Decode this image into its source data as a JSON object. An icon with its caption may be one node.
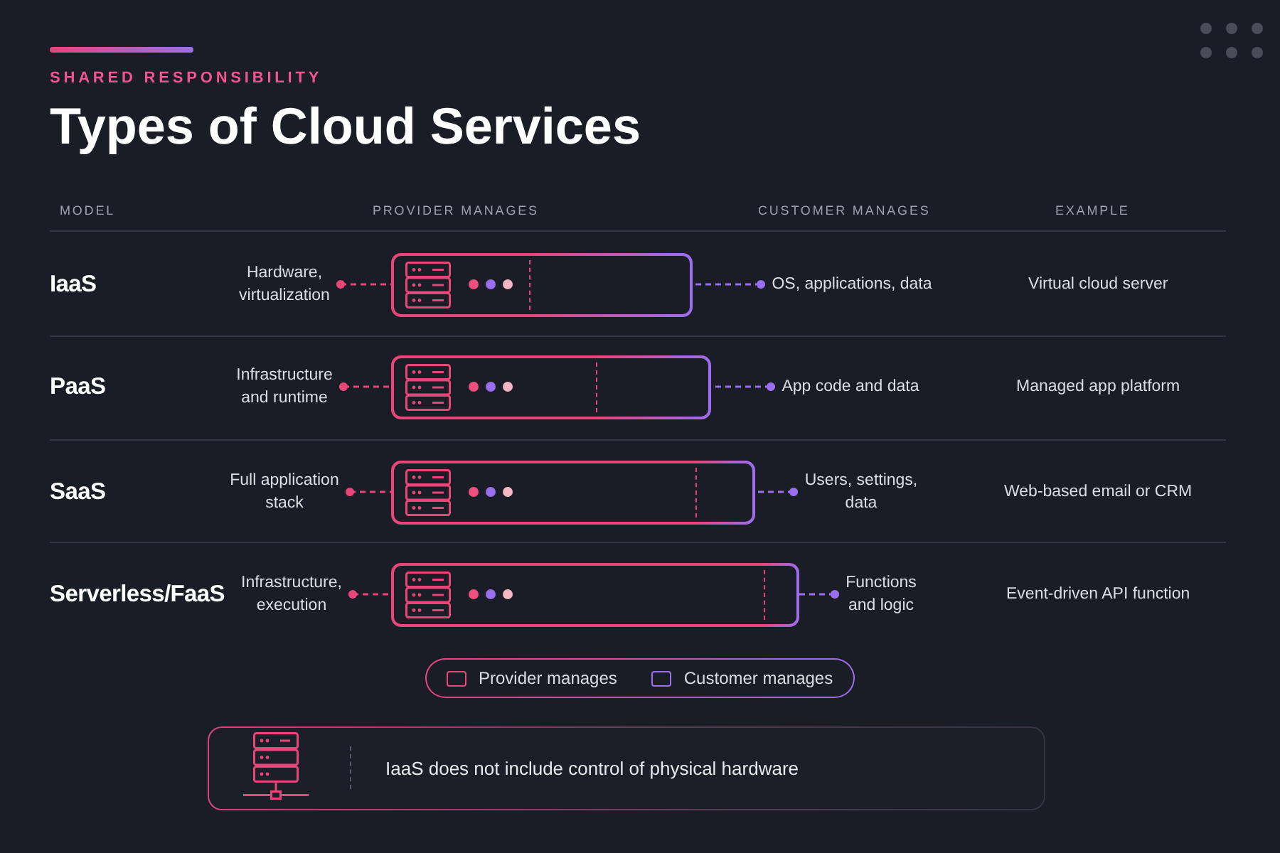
{
  "diagram": {
    "title": "Types of Cloud Services",
    "nodes": [
      {
        "text": [
          "Hardware, virtualization"
        ]
      },
      {
        "text": [],
        "shape": "bar"
      },
      {
        "text": [
          "OS, applications, data"
        ]
      },
      {
        "text": [
          "Infrastructure and runtime"
        ]
      },
      {
        "text": [],
        "shape": "bar"
      },
      {
        "text": [
          "App code and data"
        ]
      },
      {
        "text": [
          "Full application stack"
        ]
      },
      {
        "text": [],
        "shape": "bar"
      },
      {
        "text": [
          "Users, settings, data"
        ]
      },
      {
        "text": [
          "Infrastructure, execution"
        ]
      },
      {
        "text": [],
        "shape": "bar"
      },
      {
        "text": [
          "Functions and logic"
        ]
      },
      {
        "text": [
          "IaaS does not include control of physical hardware"
        ]
      }
    ],
    "edges": [
      {
        "from": 0,
        "to": 1,
        "arrow": "other",
        "style": "dashed",
        "color": "#e8457a"
      },
      {
        "from": 2,
        "to": 1,
        "arrow": "other",
        "style": "dashed",
        "color": "#9b6ef0"
      },
      {
        "from": 3,
        "to": 4,
        "arrow": "other",
        "style": "dashed",
        "color": "#e8457a"
      },
      {
        "from": 5,
        "to": 4,
        "arrow": "other",
        "style": "dashed",
        "color": "#9b6ef0"
      },
      {
        "from": 6,
        "to": 7,
        "arrow": "other",
        "style": "dashed",
        "color": "#e8457a"
      },
      {
        "from": 8,
        "to": 7,
        "arrow": "other",
        "style": "dashed",
        "color": "#9b6ef0"
      },
      {
        "from": 9,
        "to": 10,
        "arrow": "other",
        "style": "dashed",
        "color": "#e8457a"
      },
      {
        "from": 11,
        "to": 10,
        "arrow": "other",
        "style": "dashed",
        "color": "#9b6ef0"
      }
    ],
    "labels": [
      "SHARED RESPONSIBILITY",
      "MODEL",
      "PROVIDER MANAGES",
      "CUSTOMER MANAGES",
      "EXAMPLE",
      "IaaS",
      "Virtual cloud server",
      "PaaS",
      "Managed app platform",
      "SaaS",
      "Web-based email or CRM",
      "Serverless/FaaS",
      "Event-driven API function"
    ],
    "legend": [
      {
        "text": "Provider manages",
        "color": "#e8457a"
      },
      {
        "text": "Customer manages",
        "color": "#9b6ef0"
      }
    ]
  }
}
